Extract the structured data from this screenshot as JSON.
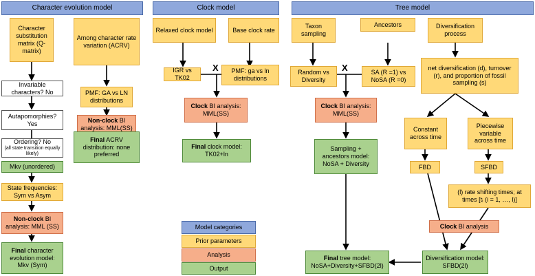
{
  "headers": {
    "character": "Character evolution model",
    "clock": "Clock model",
    "tree": "Tree model"
  },
  "character": {
    "substitution": "Character substitution matrix (Q- matrix)",
    "acrv": "Among character rate variation (ACRV)",
    "invariable": "Invariable characters? No",
    "autapomorphies": "Autapomorphies? Yes",
    "ordering": "Ordering? No",
    "ordering_note": "(all state transition equally likely)",
    "mkv": "Mkv (unordered)",
    "state_freq": "State frequencies: Sym vs Asym",
    "nonclock_bold": "Non-clock",
    "nonclock_rest": " BI analysis: MML (SS)",
    "final_bold": "Final",
    "final_rest": " character evolution model: Mkv (Sym)",
    "pmf": "PMF: GA vs LN distributions",
    "nonclock2_bold": "Non-clock",
    "nonclock2_rest": " BI analysis: MML(SS)",
    "final_acrv_bold": "Final",
    "final_acrv_rest": " ACRV distribution: none preferred"
  },
  "clock": {
    "relaxed": "Relaxed clock model",
    "base": "Base clock rate",
    "igr": "IGR vs TK02",
    "pmf": "PMF: ga vs ln distributions",
    "x": "X",
    "analysis_bold": "Clock",
    "analysis_rest": " BI analysis: MML(SS)",
    "final_bold": "Final",
    "final_rest": " clock model: TK02+ln"
  },
  "tree": {
    "taxon": "Taxon sampling",
    "ancestors": "Ancestors",
    "diversification": "Diversification process",
    "random": "Random vs Diversity",
    "x": "X",
    "sa": "SA (R =1) vs NoSA (R =0)",
    "net": "net diversification (d), turnover (r), and proportion of fossil sampling (s)",
    "analysis_bold": "Clock",
    "analysis_rest": " BI analysis: MML(SS)",
    "sampling": "Sampling + ancestors model: NoSA + Diversity",
    "constant": "Constant across time",
    "piecewise": "Piecewise variable across time",
    "fbd": "FBD",
    "sfbd": "SFBD",
    "shift": "(l) rate shifting times; at times [tᵢ (i = 1, …, l)]",
    "clock_analysis_bold": "Clock",
    "clock_analysis_rest": " BI analysis",
    "final_bold": "Final",
    "final_rest": " tree model: NoSA+Diversity+SFBD(2l)",
    "div_model": "Diversification model: SFBD(2l)"
  },
  "legend": {
    "title": "Model categories",
    "prior": "Prior parameters",
    "analysis": "Analysis",
    "output": "Output"
  },
  "colors": {
    "header": "#8FA8DC",
    "prior": "#FFD978",
    "analysis": "#F6AE8A",
    "output": "#A9D18E"
  }
}
